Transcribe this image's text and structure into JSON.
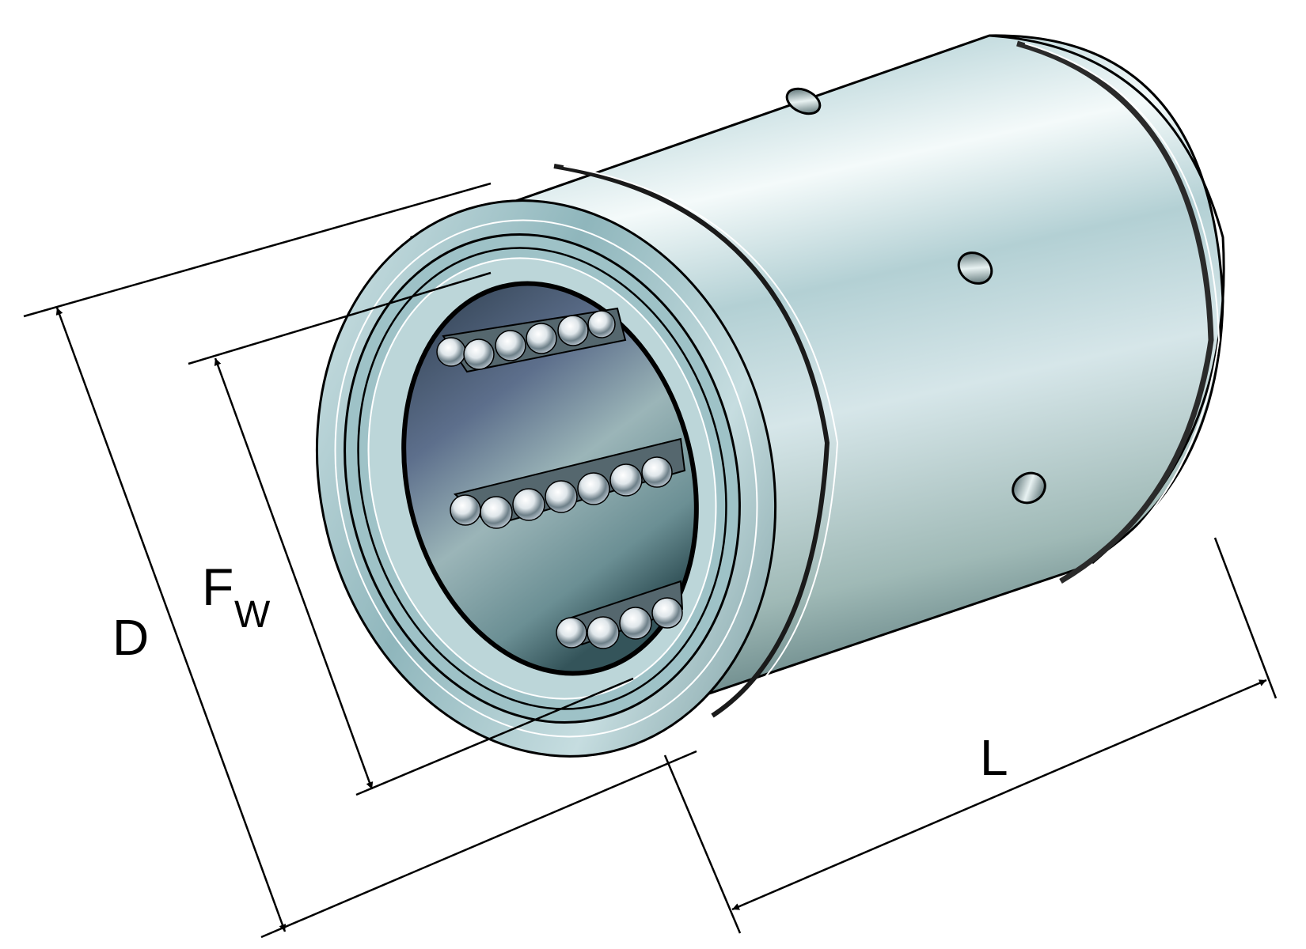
{
  "diagram": {
    "subject": "linear ball bearing",
    "background": "#ffffff",
    "labels": {
      "outer_diameter": "D",
      "inner_diameter_main": "F",
      "inner_diameter_sub": "W",
      "length": "L"
    },
    "colors": {
      "steel_light": "#e6f0f2",
      "steel_mid": "#a9c9ce",
      "steel_dark": "#4f6f74",
      "bore_dark": "#3a4a60",
      "line": "#000000"
    },
    "parts": {
      "ball_rows": 3,
      "lube_holes": 3,
      "retaining_grooves": 2
    }
  }
}
